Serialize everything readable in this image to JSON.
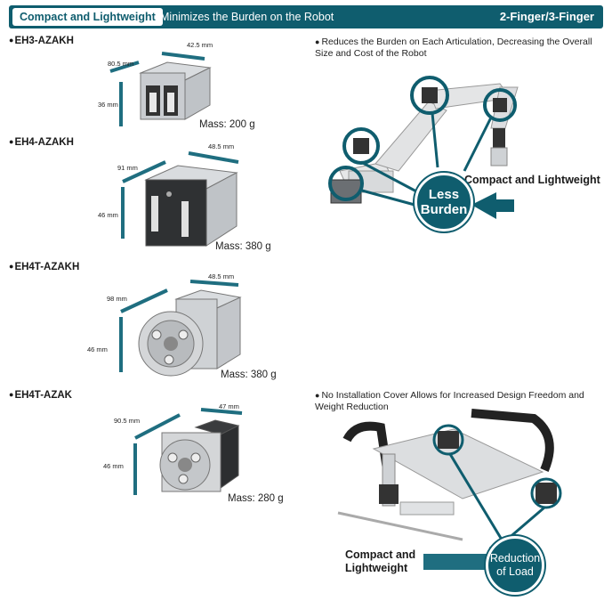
{
  "header": {
    "tag": "Compact and Lightweight",
    "subtitle": "Minimizes the Burden on the Robot",
    "right": "2-Finger/3-Finger"
  },
  "products": [
    {
      "model": "EH3-AZAKH",
      "dim_depth": "80.5 mm",
      "dim_width": "42.5 mm",
      "dim_height": "36 mm",
      "mass": "Mass: 200 g"
    },
    {
      "model": "EH4-AZAKH",
      "dim_depth": "91 mm",
      "dim_width": "48.5 mm",
      "dim_height": "46 mm",
      "mass": "Mass: 380 g"
    },
    {
      "model": "EH4T-AZAKH",
      "dim_depth": "98 mm",
      "dim_width": "48.5 mm",
      "dim_height": "46 mm",
      "mass": "Mass: 380 g"
    },
    {
      "model": "EH4T-AZAK",
      "dim_depth": "90.5 mm",
      "dim_width": "47 mm",
      "dim_height": "46 mm",
      "mass": "Mass: 280 g"
    }
  ],
  "features": [
    {
      "text": "Reduces the Burden on Each Articulation, Decreasing the Overall Size and Cost of the Robot",
      "callout": "Compact and Lightweight",
      "badge_line1": "Less",
      "badge_line2": "Burden"
    },
    {
      "text": "No Installation Cover Allows for Increased Design Freedom and Weight Reduction",
      "callout_line1": "Compact and",
      "callout_line2": "Lightweight",
      "badge_line1": "Reduction",
      "badge_line2": "of Load"
    }
  ],
  "colors": {
    "brand": "#0f5d6e",
    "arrow": "#1f6e80",
    "text": "#1a1a1a"
  }
}
